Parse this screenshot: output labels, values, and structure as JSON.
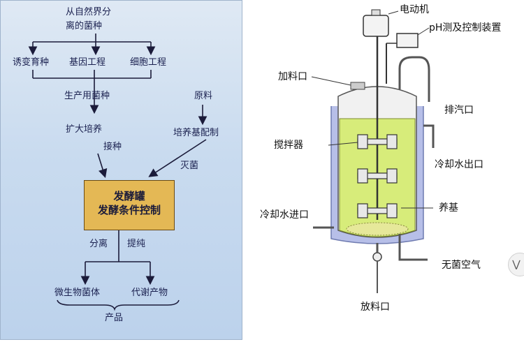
{
  "flowchart": {
    "source": [
      "从自然界分",
      "离的菌种"
    ],
    "methods": [
      "诱变育种",
      "基因工程",
      "细胞工程"
    ],
    "production_strain": "生产用菌种",
    "expand_culture": "扩大培养",
    "inoculate": "接种",
    "raw_material": "原料",
    "medium_prep": "培养基配制",
    "sterilize": "灭菌",
    "tank_title": "发酵罐",
    "tank_subtitle": "发酵条件控制",
    "separate": "分离",
    "purify": "提纯",
    "output_cells": "微生物菌体",
    "output_metabolites": "代谢产物",
    "product": "产品"
  },
  "fermenter": {
    "motor": "电动机",
    "ph_control": "pH测及控制装置",
    "feed_inlet": "加料口",
    "exhaust": "排汽口",
    "stirrer": "搅拌器",
    "cooling_out": "冷却水出口",
    "cooling_in": "冷却水进口",
    "medium": "养基",
    "sterile_air": "无菌空气",
    "discharge": "放料口"
  },
  "colors": {
    "panel_bg": "#c9dbef",
    "tank_box": "#e4b855",
    "liquid": "#d7ec7a",
    "jacket": "#b7bfe8"
  },
  "icons": {
    "scroll": "chevron-double-down-icon"
  }
}
